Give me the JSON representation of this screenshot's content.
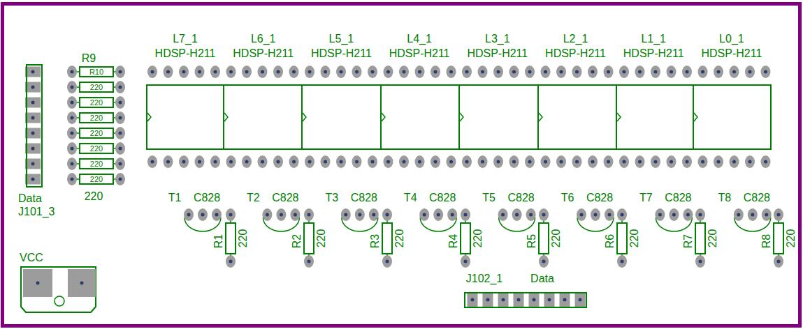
{
  "diagram": {
    "labels": [
      "L7_1",
      "HDSP-H211",
      "L6_1",
      "HDSP-H211",
      "L5_1",
      "HDSP-H211",
      "L4_1",
      "HDSP-H211",
      "L3_1",
      "HDSP-H211",
      "L2_1",
      "HDSP-H211",
      "L1_1",
      "HDSP-H211",
      "L0_1",
      "HDSP-H211",
      "R9",
      "R10",
      "220",
      "220",
      "220",
      "220",
      "220",
      "220",
      "220",
      "220",
      "Data",
      "J101_3",
      "T1",
      "C828",
      "R1",
      "220",
      "T2",
      "C828",
      "R2",
      "220",
      "T3",
      "C828",
      "R3",
      "220",
      "T4",
      "C828",
      "R4",
      "220",
      "T5",
      "C828",
      "R5",
      "220",
      "T6",
      "C828",
      "R6",
      "220",
      "T7",
      "C828",
      "R7",
      "220",
      "T8",
      "C828",
      "R8",
      "220",
      "VCC",
      "J102_1",
      "Data"
    ]
  }
}
